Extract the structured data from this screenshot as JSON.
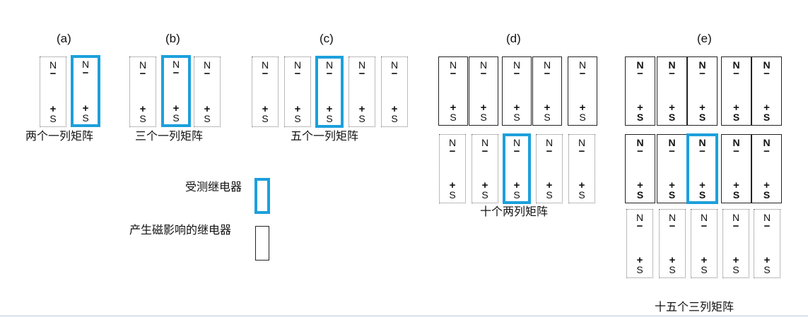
{
  "panels": [
    {
      "id": "a",
      "label": "(a)",
      "caption": "两个一列矩阵"
    },
    {
      "id": "b",
      "label": "(b)",
      "caption": "三个一列矩阵"
    },
    {
      "id": "c",
      "label": "(c)",
      "caption": "五个一列矩阵"
    },
    {
      "id": "d",
      "label": "(d)",
      "caption": "十个两列矩阵"
    },
    {
      "id": "e",
      "label": "(e)",
      "caption": "十五个三列矩阵"
    }
  ],
  "relay_text": {
    "north": "N",
    "north_sign": "−",
    "south_sign": "+",
    "south": "S"
  },
  "legend": {
    "tested": "受测继电器",
    "influencing": "产生磁影响的继电器"
  },
  "colors": {
    "highlight": "#1ca0dc",
    "border": "#222222",
    "dotted": "#777777"
  }
}
